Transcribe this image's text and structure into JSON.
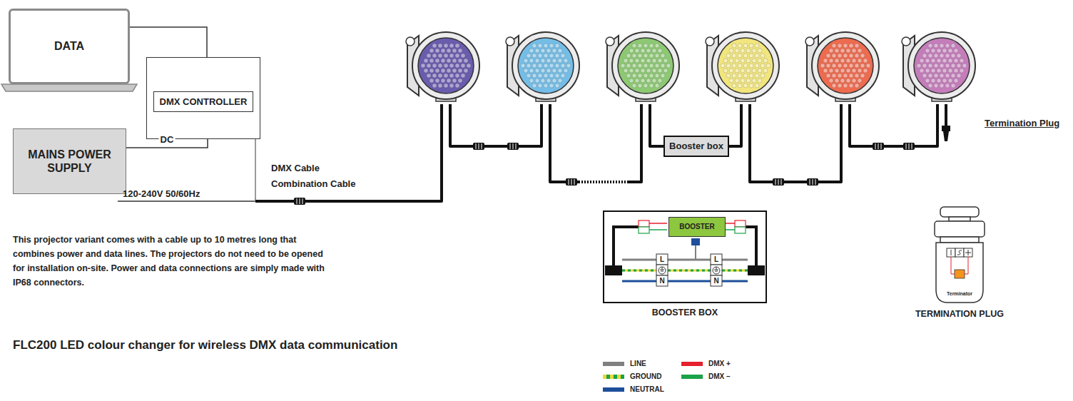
{
  "diagram": {
    "title": "FLC200 LED colour changer for wireless DMX data communication",
    "nodes": [
      {
        "text": [
          "DATA"
        ]
      },
      {
        "text": [
          "DMX CONTROLLER"
        ]
      },
      {
        "text": [
          "MAINS POWER SUPPLY"
        ]
      },
      {
        "text": [
          "Booster box"
        ]
      },
      {
        "text": [
          "BOOSTER BOX"
        ]
      },
      {
        "text": [
          "BOOSTER"
        ],
        "in": 4
      }
    ],
    "edges": [
      {
        "from": 0,
        "to": 1,
        "arrow": "none"
      },
      {
        "from": 2,
        "to": 1,
        "label": "DC",
        "arrow": "none"
      }
    ],
    "labels": [
      "120-240V 50/60Hz",
      "DMX Cable",
      "Combination Cable",
      "Termination Plug",
      "This projector variant comes with a cable up to 10 metres long that combines power and data lines. The projectors do not need to be opened for installation on-site. Power and data connections are simply made with IP68 connectors.",
      "L",
      "N",
      "L",
      "N",
      "TERMINATION PLUG",
      "Terminator"
    ],
    "legend": [
      {
        "text": "LINE",
        "color": "#808080"
      },
      {
        "text": "DMX +",
        "color": "#e5202e"
      },
      {
        "text": "GROUND"
      },
      {
        "text": "DMX –",
        "color": "#1aa34a"
      },
      {
        "text": "NEUTRAL",
        "color": "#1d4f9a"
      }
    ]
  }
}
